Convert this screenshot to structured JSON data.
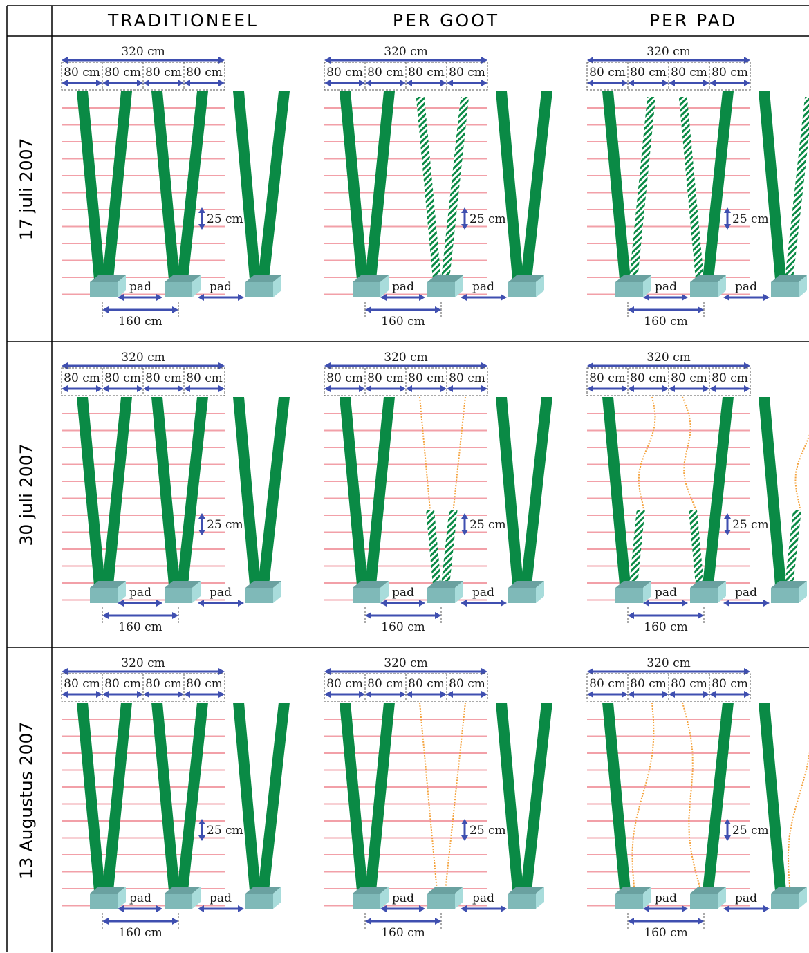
{
  "columns": [
    "TRADITIONEEL",
    "PER GOOT",
    "PER PAD"
  ],
  "rows": [
    "17 juli 2007",
    "30 juli 2007",
    "13 Augustus 2007"
  ],
  "dimension_labels": {
    "total_width": "320 cm",
    "quarter_width": "80 cm",
    "row_spacing": "25 cm",
    "gutter_spacing": "160 cm",
    "path": "pad"
  },
  "colors": {
    "plant_stem": "#0a8a45",
    "cut_stem_hatch": "#0a8a45",
    "removed_stem": "#f4a23c",
    "wire": "#f2a0a8",
    "gutter_block": "#7fb9b8",
    "arrow": "#3f4fb0"
  },
  "legend_semantics": {
    "solid": "plant stem",
    "hatched": "cut-back stem",
    "dotted_orange": "removed stem"
  }
}
